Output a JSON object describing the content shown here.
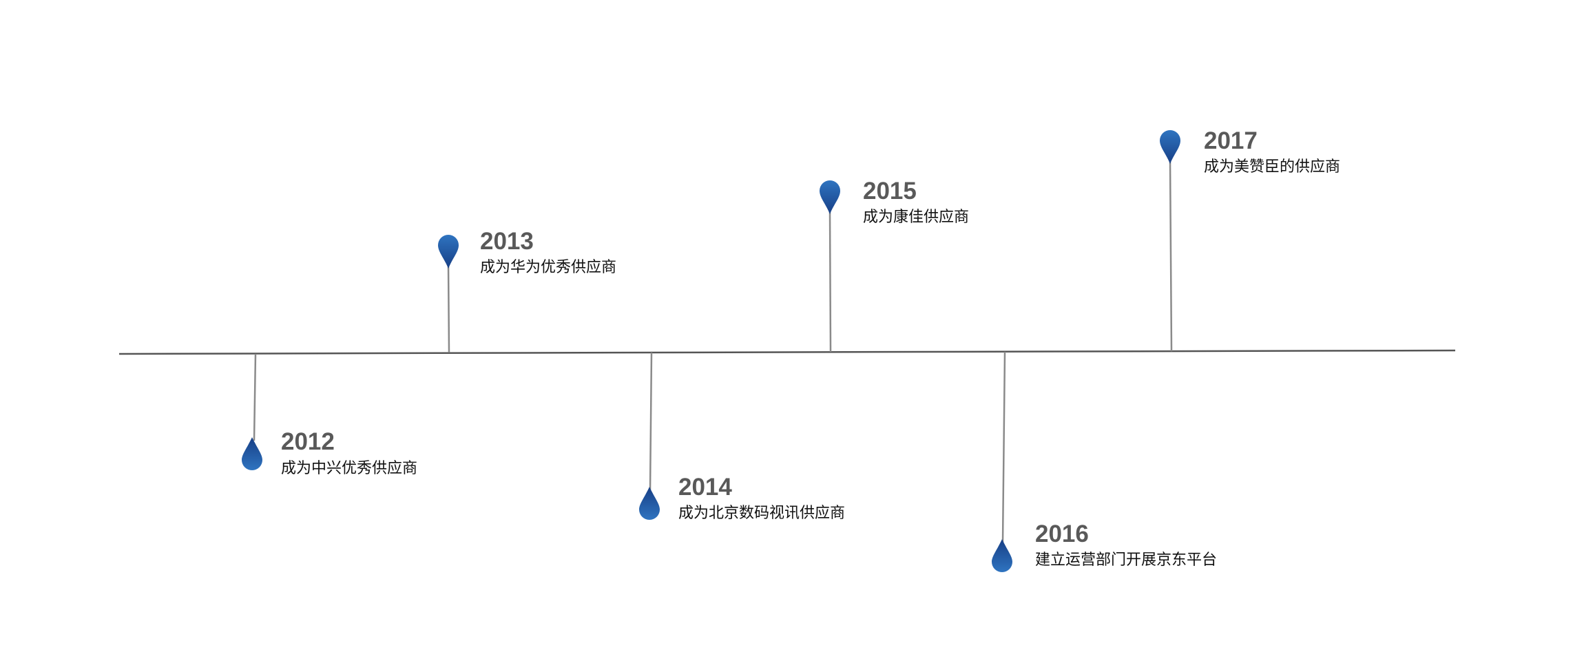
{
  "colors": {
    "marker_top": "#2f74c0",
    "marker_bottom": "#173f86",
    "year": "#595959",
    "axis": "#555555",
    "stem": "#8a8a8a"
  },
  "events": [
    {
      "year": "2012",
      "description": "成为中兴优秀供应商",
      "side": "below"
    },
    {
      "year": "2013",
      "description": "成为华为优秀供应商",
      "side": "above"
    },
    {
      "year": "2014",
      "description": "成为北京数码视讯供应商",
      "side": "below"
    },
    {
      "year": "2015",
      "description": "成为康佳供应商",
      "side": "above"
    },
    {
      "year": "2016",
      "description": "建立运营部门开展京东平台",
      "side": "below"
    },
    {
      "year": "2017",
      "description": "成为美赞臣的供应商",
      "side": "above"
    }
  ]
}
